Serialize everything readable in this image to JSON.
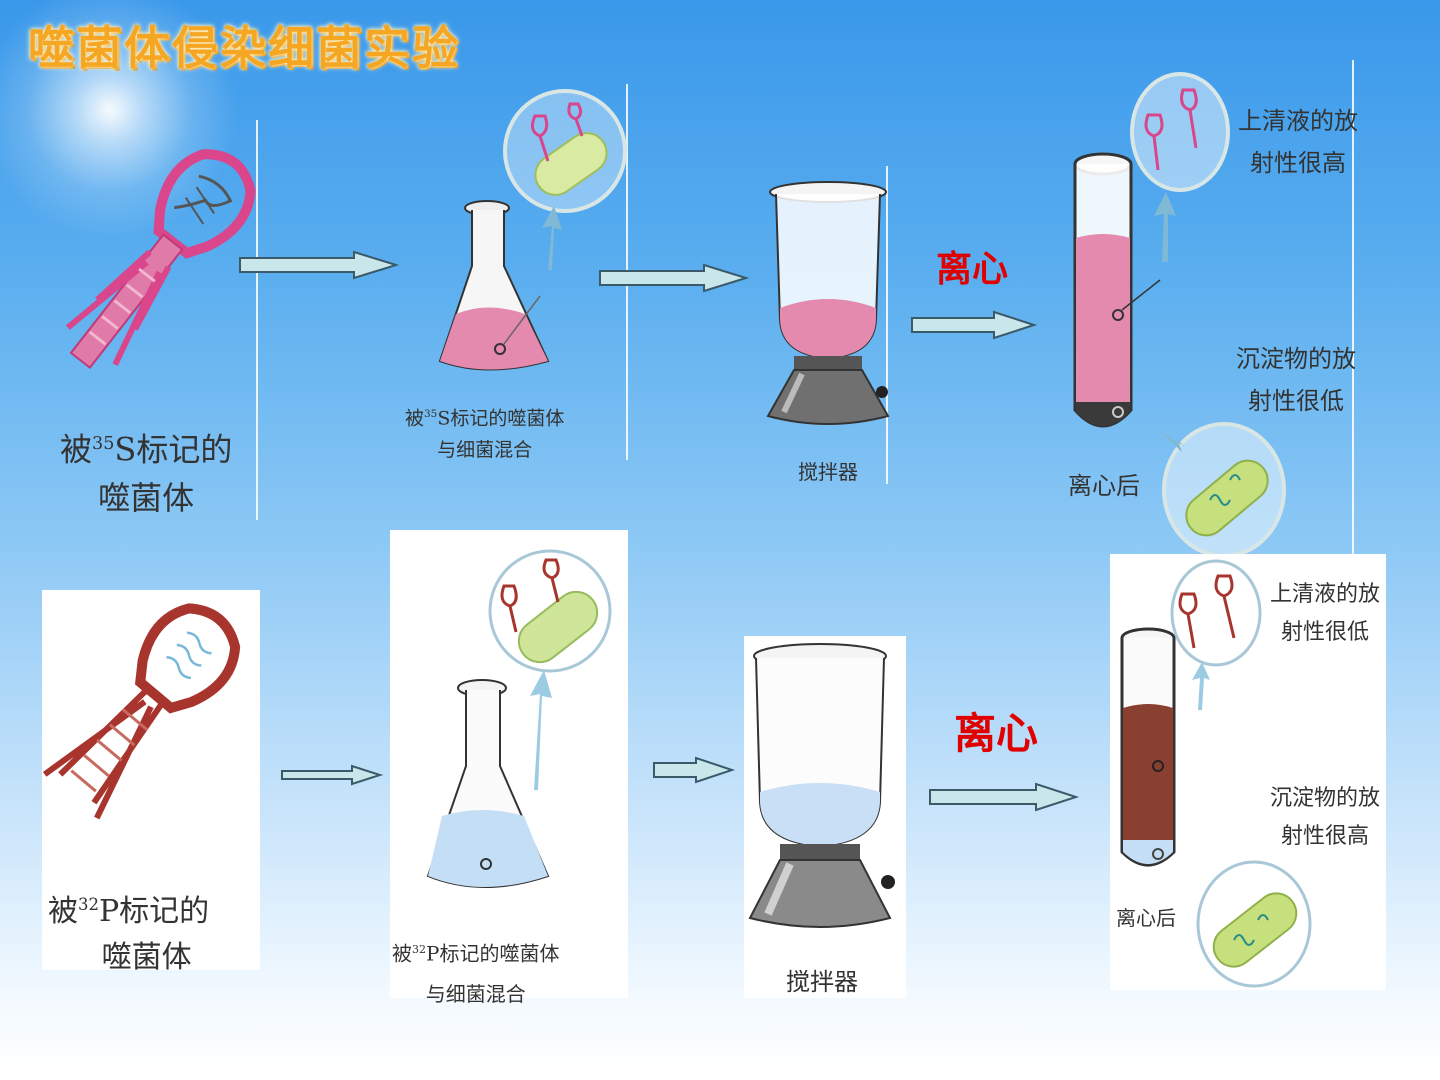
{
  "title": "噬菌体侵染细菌实验",
  "top_row": {
    "phage_label_pre": "被",
    "phage_label_sup": "35",
    "phage_label_post": "S标记的",
    "phage_label_line2": "噬菌体",
    "flask_label_pre": "被",
    "flask_label_sup": "35",
    "flask_label_post": "S标记的噬菌体",
    "flask_label_line2": "与细菌混合",
    "blender_label": "搅拌器",
    "centrifuge_label": "离心",
    "after_label": "离心后",
    "supernatant_line1": "上清液的放",
    "supernatant_line2": "射性很高",
    "sediment_line1": "沉淀物的放",
    "sediment_line2": "射性很低"
  },
  "bottom_row": {
    "phage_label_pre": "被",
    "phage_label_sup": "32",
    "phage_label_post": "P标记的",
    "phage_label_line2": "噬菌体",
    "flask_label_pre": "被",
    "flask_label_sup": "32",
    "flask_label_post": "P标记的噬菌体",
    "flask_label_line2": "与细菌混合",
    "blender_label": "搅拌器",
    "centrifuge_label": "离心",
    "after_label": "离心后",
    "supernatant_line1": "上清液的放",
    "supernatant_line2": "射性很低",
    "sediment_line1": "沉淀物的放",
    "sediment_line2": "射性很高"
  },
  "colors": {
    "title": "#f5a623",
    "pink_phage": "#d9468c",
    "red_phage": "#a8352d",
    "pink_liquid": "#e48aae",
    "blue_liquid": "#b8d8f4",
    "brown_liquid": "#8a4030",
    "arrow_fill": "#c9e6ea",
    "centrifuge_text": "#e00000"
  }
}
